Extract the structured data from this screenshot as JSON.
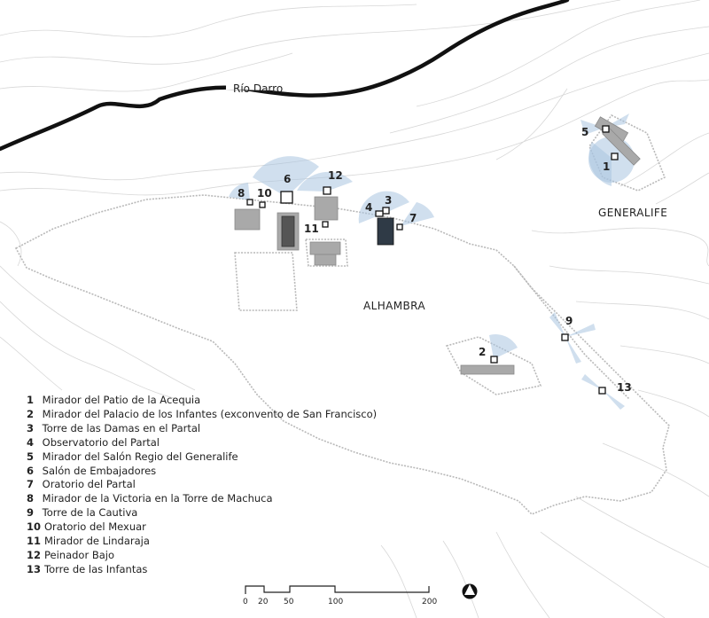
{
  "map": {
    "river_label": "Río Darro",
    "area_alhambra": "ALHAMBRA",
    "area_generalife": "GENERALIFE"
  },
  "legend": [
    {
      "num": "1",
      "label": "Mirador del Patio de la Acequia"
    },
    {
      "num": "2",
      "label": "Mirador del Palacio de los Infantes (exconvento de San Francisco)"
    },
    {
      "num": "3",
      "label": "Torre de las Damas en el Partal"
    },
    {
      "num": "4",
      "label": "Observatorio del Partal"
    },
    {
      "num": "5",
      "label": "Mirador del Salón Regio del Generalife"
    },
    {
      "num": "6",
      "label": "Salón de Embajadores"
    },
    {
      "num": "7",
      "label": "Oratorio del Partal"
    },
    {
      "num": "8",
      "label": "Mirador de la Victoria en la Torre de Machuca"
    },
    {
      "num": "9",
      "label": "Torre de la Cautiva"
    },
    {
      "num": "10",
      "label": "Oratorio del Mexuar"
    },
    {
      "num": "11",
      "label": "Mirador de Lindaraja"
    },
    {
      "num": "12",
      "label": "Peinador Bajo"
    },
    {
      "num": "13",
      "label": "Torre de las Infantas"
    }
  ],
  "scale": {
    "ticks": [
      "0",
      "20",
      "50",
      "100",
      "200"
    ]
  },
  "icons": {
    "north": "north-arrow-icon"
  }
}
